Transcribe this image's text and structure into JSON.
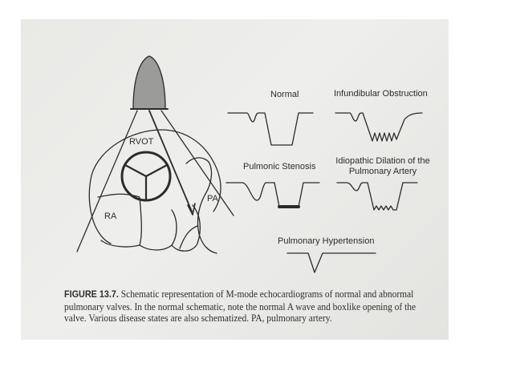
{
  "diagram": {
    "labels": {
      "rvot": "RVOT",
      "ra": "RA",
      "pa": "PA"
    }
  },
  "waveforms": [
    {
      "id": "normal",
      "title": "Normal"
    },
    {
      "id": "infundibular",
      "title": "Infundibular Obstruction"
    },
    {
      "id": "stenosis",
      "title": "Pulmonic Stenosis"
    },
    {
      "id": "dilation",
      "title_line1": "Idiopathic Dilation of the",
      "title_line2": "Pulmonary Artery"
    },
    {
      "id": "hypertension",
      "title": "Pulmonary Hypertension"
    }
  ],
  "caption": {
    "figure_label": "FIGURE 13.7.",
    "text": "Schematic representation of M-mode echocardiograms of normal and abnormal pulmonary valves. In the normal schematic, note the normal A wave and boxlike opening of the valve. Various disease states are also schematized. PA, pulmonary artery."
  },
  "colors": {
    "ink": "#2b2b2b",
    "paper": "#ececea",
    "background": "#ffffff"
  }
}
